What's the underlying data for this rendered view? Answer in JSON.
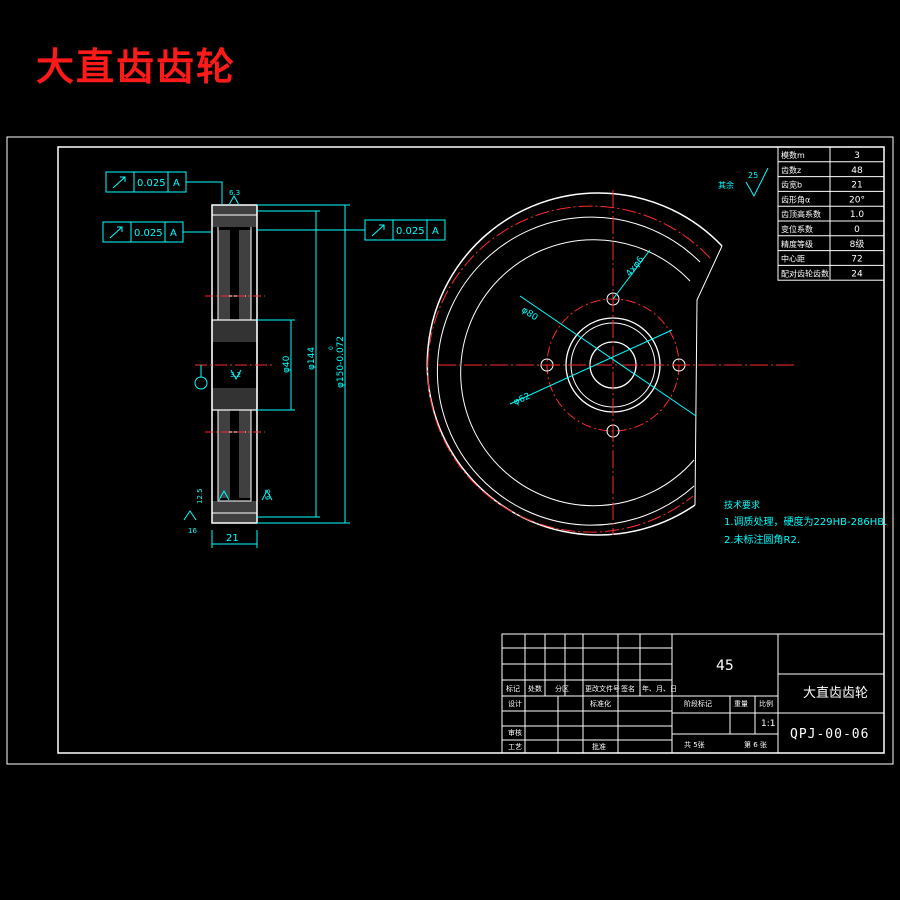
{
  "title": "大直齿齿轮",
  "tolerance_frames": {
    "frame1": {
      "value": "0.025",
      "datum": "A"
    },
    "frame2": {
      "value": "0.025",
      "datum": "A"
    },
    "frame3": {
      "value": "0.025",
      "datum": "A"
    }
  },
  "side_view": {
    "dim_width": "21",
    "dim_bore": "φ40",
    "dim_root": "φ144",
    "dim_tip": "φ150-0.072",
    "tip_upper_dev": "0",
    "rough_top": "6.3",
    "rough_bore": "3.2",
    "rough_bottom_left": "12.5",
    "rough_bottom_right": "6.3",
    "rough_hub": "16"
  },
  "front_view": {
    "dim_holes": "4xφ6",
    "dim_pcd": "φ80",
    "dim_hub": "φ62",
    "roughness_value": "25",
    "roughness_label": "其余"
  },
  "params_table": [
    {
      "label": "模数m",
      "value": "3"
    },
    {
      "label": "齿数z",
      "value": "48"
    },
    {
      "label": "齿宽b",
      "value": "21"
    },
    {
      "label": "齿形角α",
      "value": "20°"
    },
    {
      "label": "齿顶高系数",
      "value": "1.0"
    },
    {
      "label": "变位系数",
      "value": "0"
    },
    {
      "label": "精度等级",
      "value": "8级"
    },
    {
      "label": "中心距",
      "value": "72"
    },
    {
      "label": "配对齿轮齿数",
      "value": "24"
    }
  ],
  "tech_requirements": {
    "heading": "技术要求",
    "line1": "1.调质处理，硬度为229HB-286HB.",
    "line2": "2.未标注圆角R2."
  },
  "title_block": {
    "material": "45",
    "name": "大直齿齿轮",
    "drawing_no": "QPJ-00-06",
    "scale": "1:1",
    "sheet_total": "共 5张",
    "sheet_no": "第 6 张",
    "h_mark": "标记",
    "h_count": "处数",
    "h_zone": "分区",
    "h_change": "更改文件号",
    "h_sign": "签名",
    "h_date": "年、月、日",
    "h_design": "设计",
    "h_standard": "标准化",
    "h_stage": "阶段标记",
    "h_weight": "重量",
    "h_scale": "比例",
    "h_review": "审核",
    "h_process": "工艺",
    "h_approve": "批准"
  }
}
